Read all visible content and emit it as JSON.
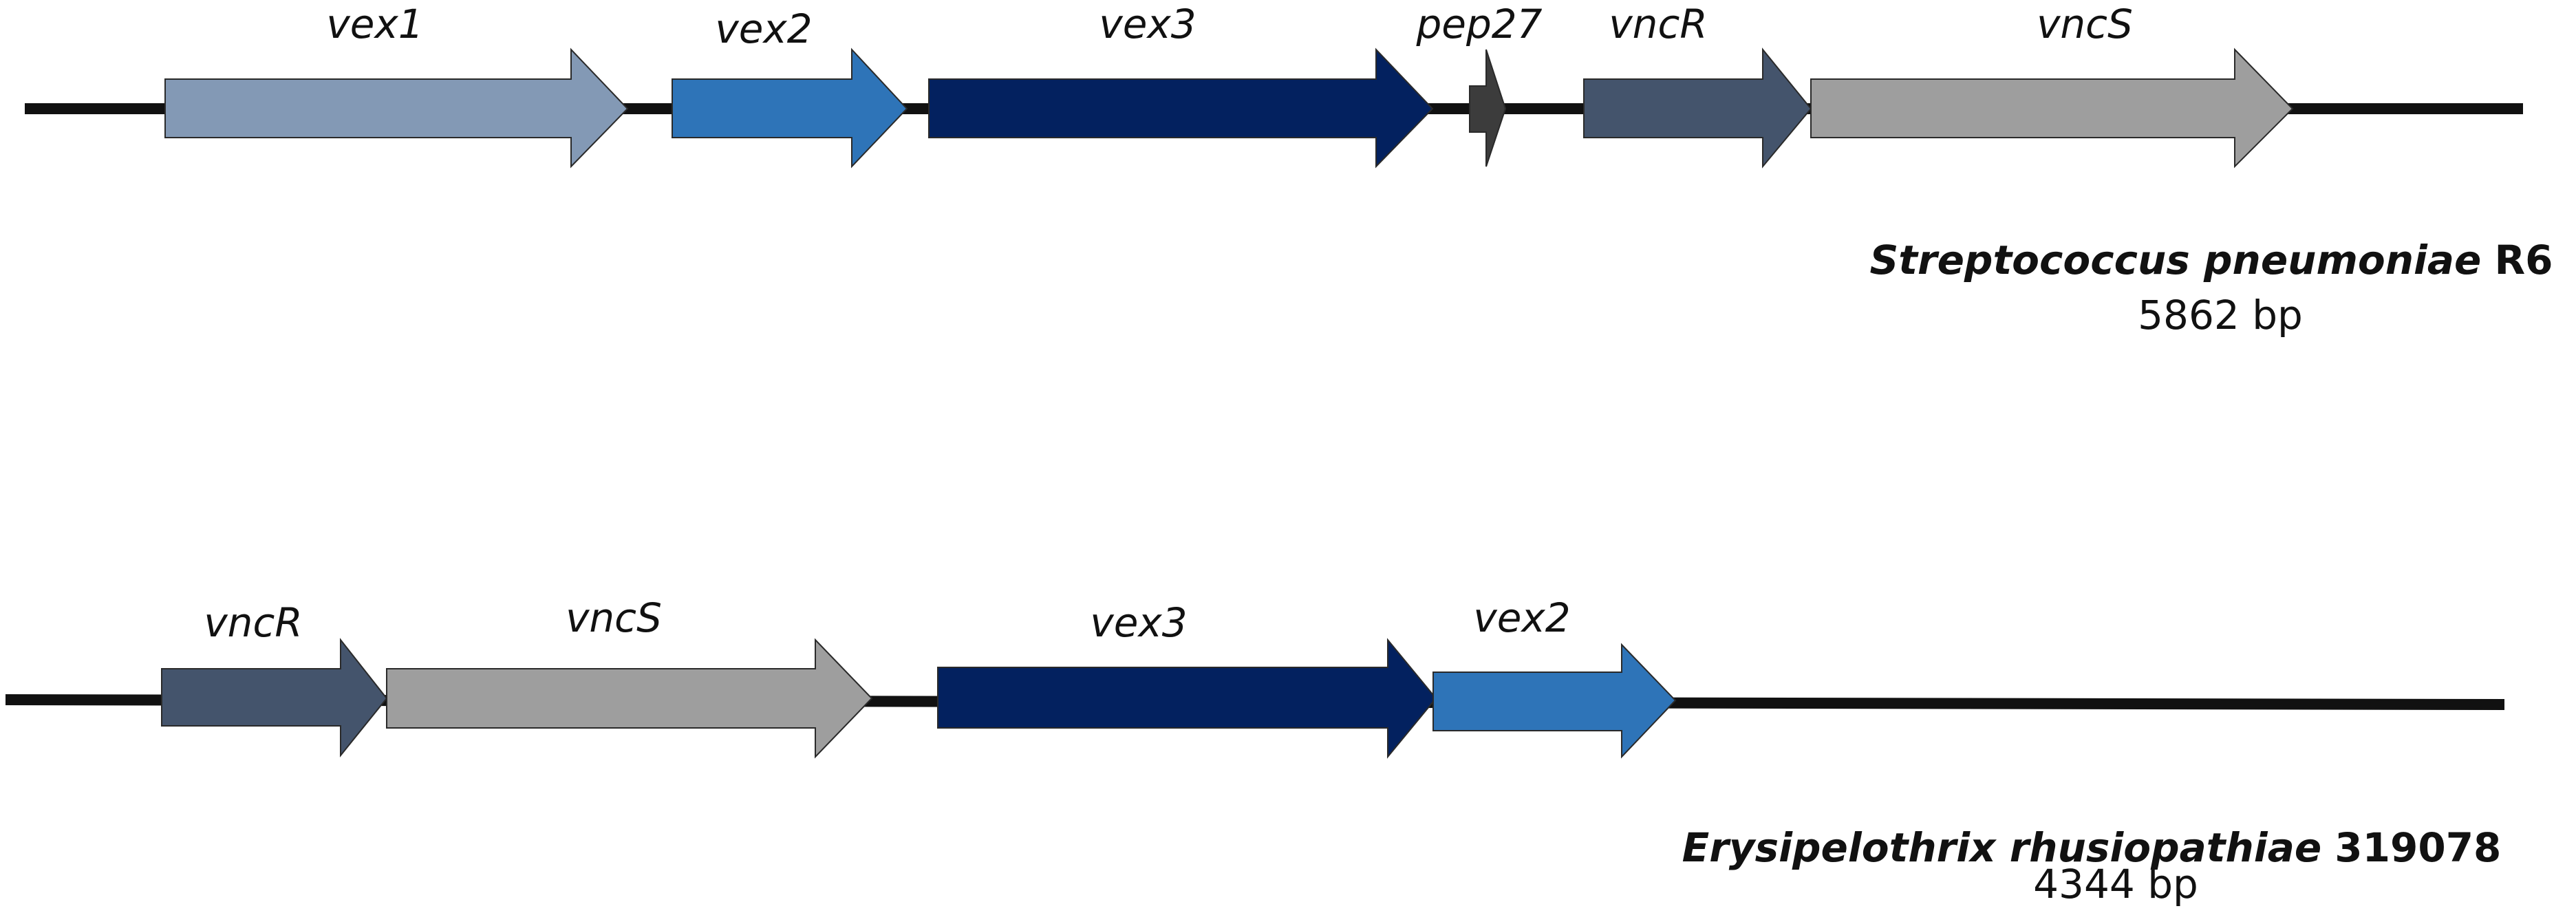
{
  "figure": "Gene cluster comparison diagram",
  "legend": {
    "vex1": "#8399b5",
    "vex2": "#2e74b8",
    "vex3": "#03215f",
    "pep27": "#3c3c3c",
    "vncR": "#44546c",
    "vncS": "#9e9e9e"
  },
  "tracks": [
    {
      "organism": {
        "genus_species": "Streptococcus pneumoniae",
        "strain": "R6"
      },
      "size_label": "5862 bp",
      "genes": [
        {
          "name": "vex1",
          "color": "#8399b5",
          "strand": "+"
        },
        {
          "name": "vex2",
          "color": "#2e74b8",
          "strand": "+"
        },
        {
          "name": "vex3",
          "color": "#03215f",
          "strand": "+"
        },
        {
          "name": "pep27",
          "color": "#3c3c3c",
          "strand": "+"
        },
        {
          "name": "vncR",
          "color": "#44546c",
          "strand": "+"
        },
        {
          "name": "vncS",
          "color": "#9e9e9e",
          "strand": "+"
        }
      ]
    },
    {
      "organism": {
        "genus_species": "Erysipelothrix rhusiopathiae",
        "strain": "319078"
      },
      "size_label": "4344 bp",
      "genes": [
        {
          "name": "vncR",
          "color": "#44546c",
          "strand": "+"
        },
        {
          "name": "vncS",
          "color": "#9e9e9e",
          "strand": "+"
        },
        {
          "name": "vex3",
          "color": "#03215f",
          "strand": "+"
        },
        {
          "name": "vex2",
          "color": "#2e74b8",
          "strand": "+"
        }
      ]
    }
  ]
}
